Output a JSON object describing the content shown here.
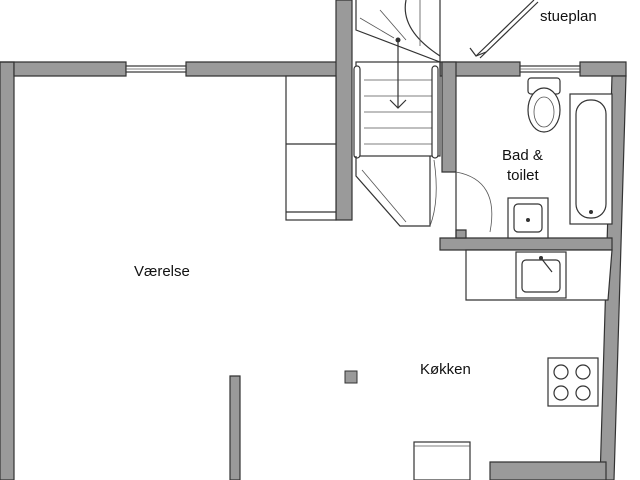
{
  "rooms": {
    "vaerelse": "Værelse",
    "bad_toilet_line1": "Bad &",
    "bad_toilet_line2": "toilet",
    "kokken": "Køkken",
    "stueplan": "stueplan"
  }
}
